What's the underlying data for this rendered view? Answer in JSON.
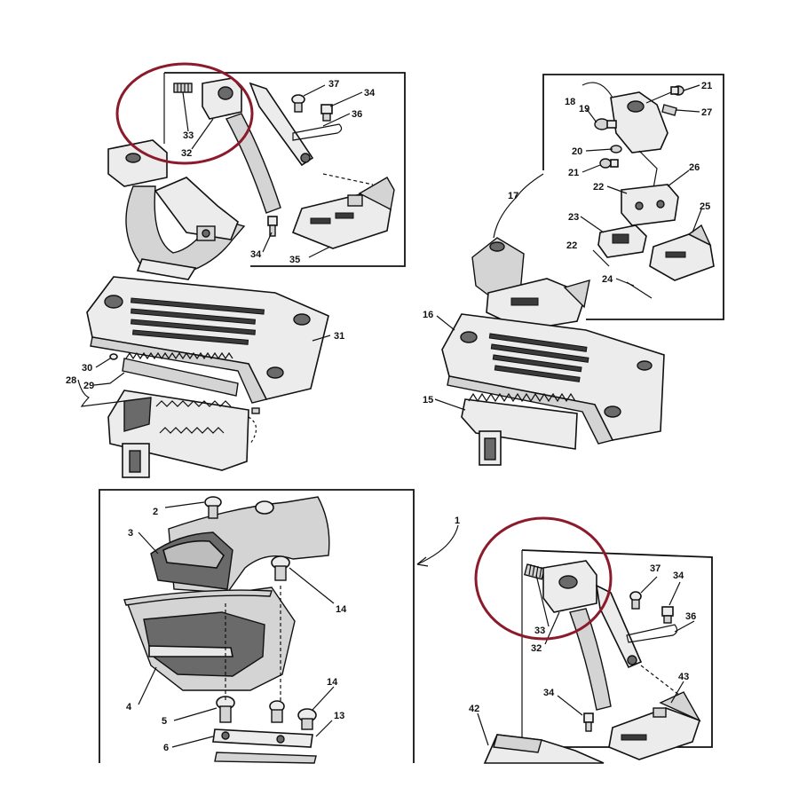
{
  "colors": {
    "highlight": "#8b1a2b",
    "ink": "#111111"
  },
  "labels": {
    "tl_37": "37",
    "tl_34a": "34",
    "tl_36": "36",
    "tl_33": "33",
    "tl_32": "32",
    "tl_34b": "34",
    "tl_35": "35",
    "tl_31": "31",
    "tl_30": "30",
    "tl_29": "29",
    "tl_28": "28",
    "tr_21a": "21",
    "tr_18": "18",
    "tr_19": "19",
    "tr_27": "27",
    "tr_20": "20",
    "tr_21b": "21",
    "tr_22a": "22",
    "tr_26": "26",
    "tr_17": "17",
    "tr_23": "23",
    "tr_25": "25",
    "tr_22b": "22",
    "tr_24": "24",
    "tr_16": "16",
    "tr_15": "15",
    "bl_2": "2",
    "bl_3": "3",
    "bl_14a": "14",
    "bl_4": "4",
    "bl_14b": "14",
    "bl_5": "5",
    "bl_13": "13",
    "bl_6": "6",
    "bl_1": "1",
    "br_37": "37",
    "br_34a": "34",
    "br_36": "36",
    "br_33": "33",
    "br_32": "32",
    "br_43": "43",
    "br_34b": "34",
    "br_42": "42"
  }
}
